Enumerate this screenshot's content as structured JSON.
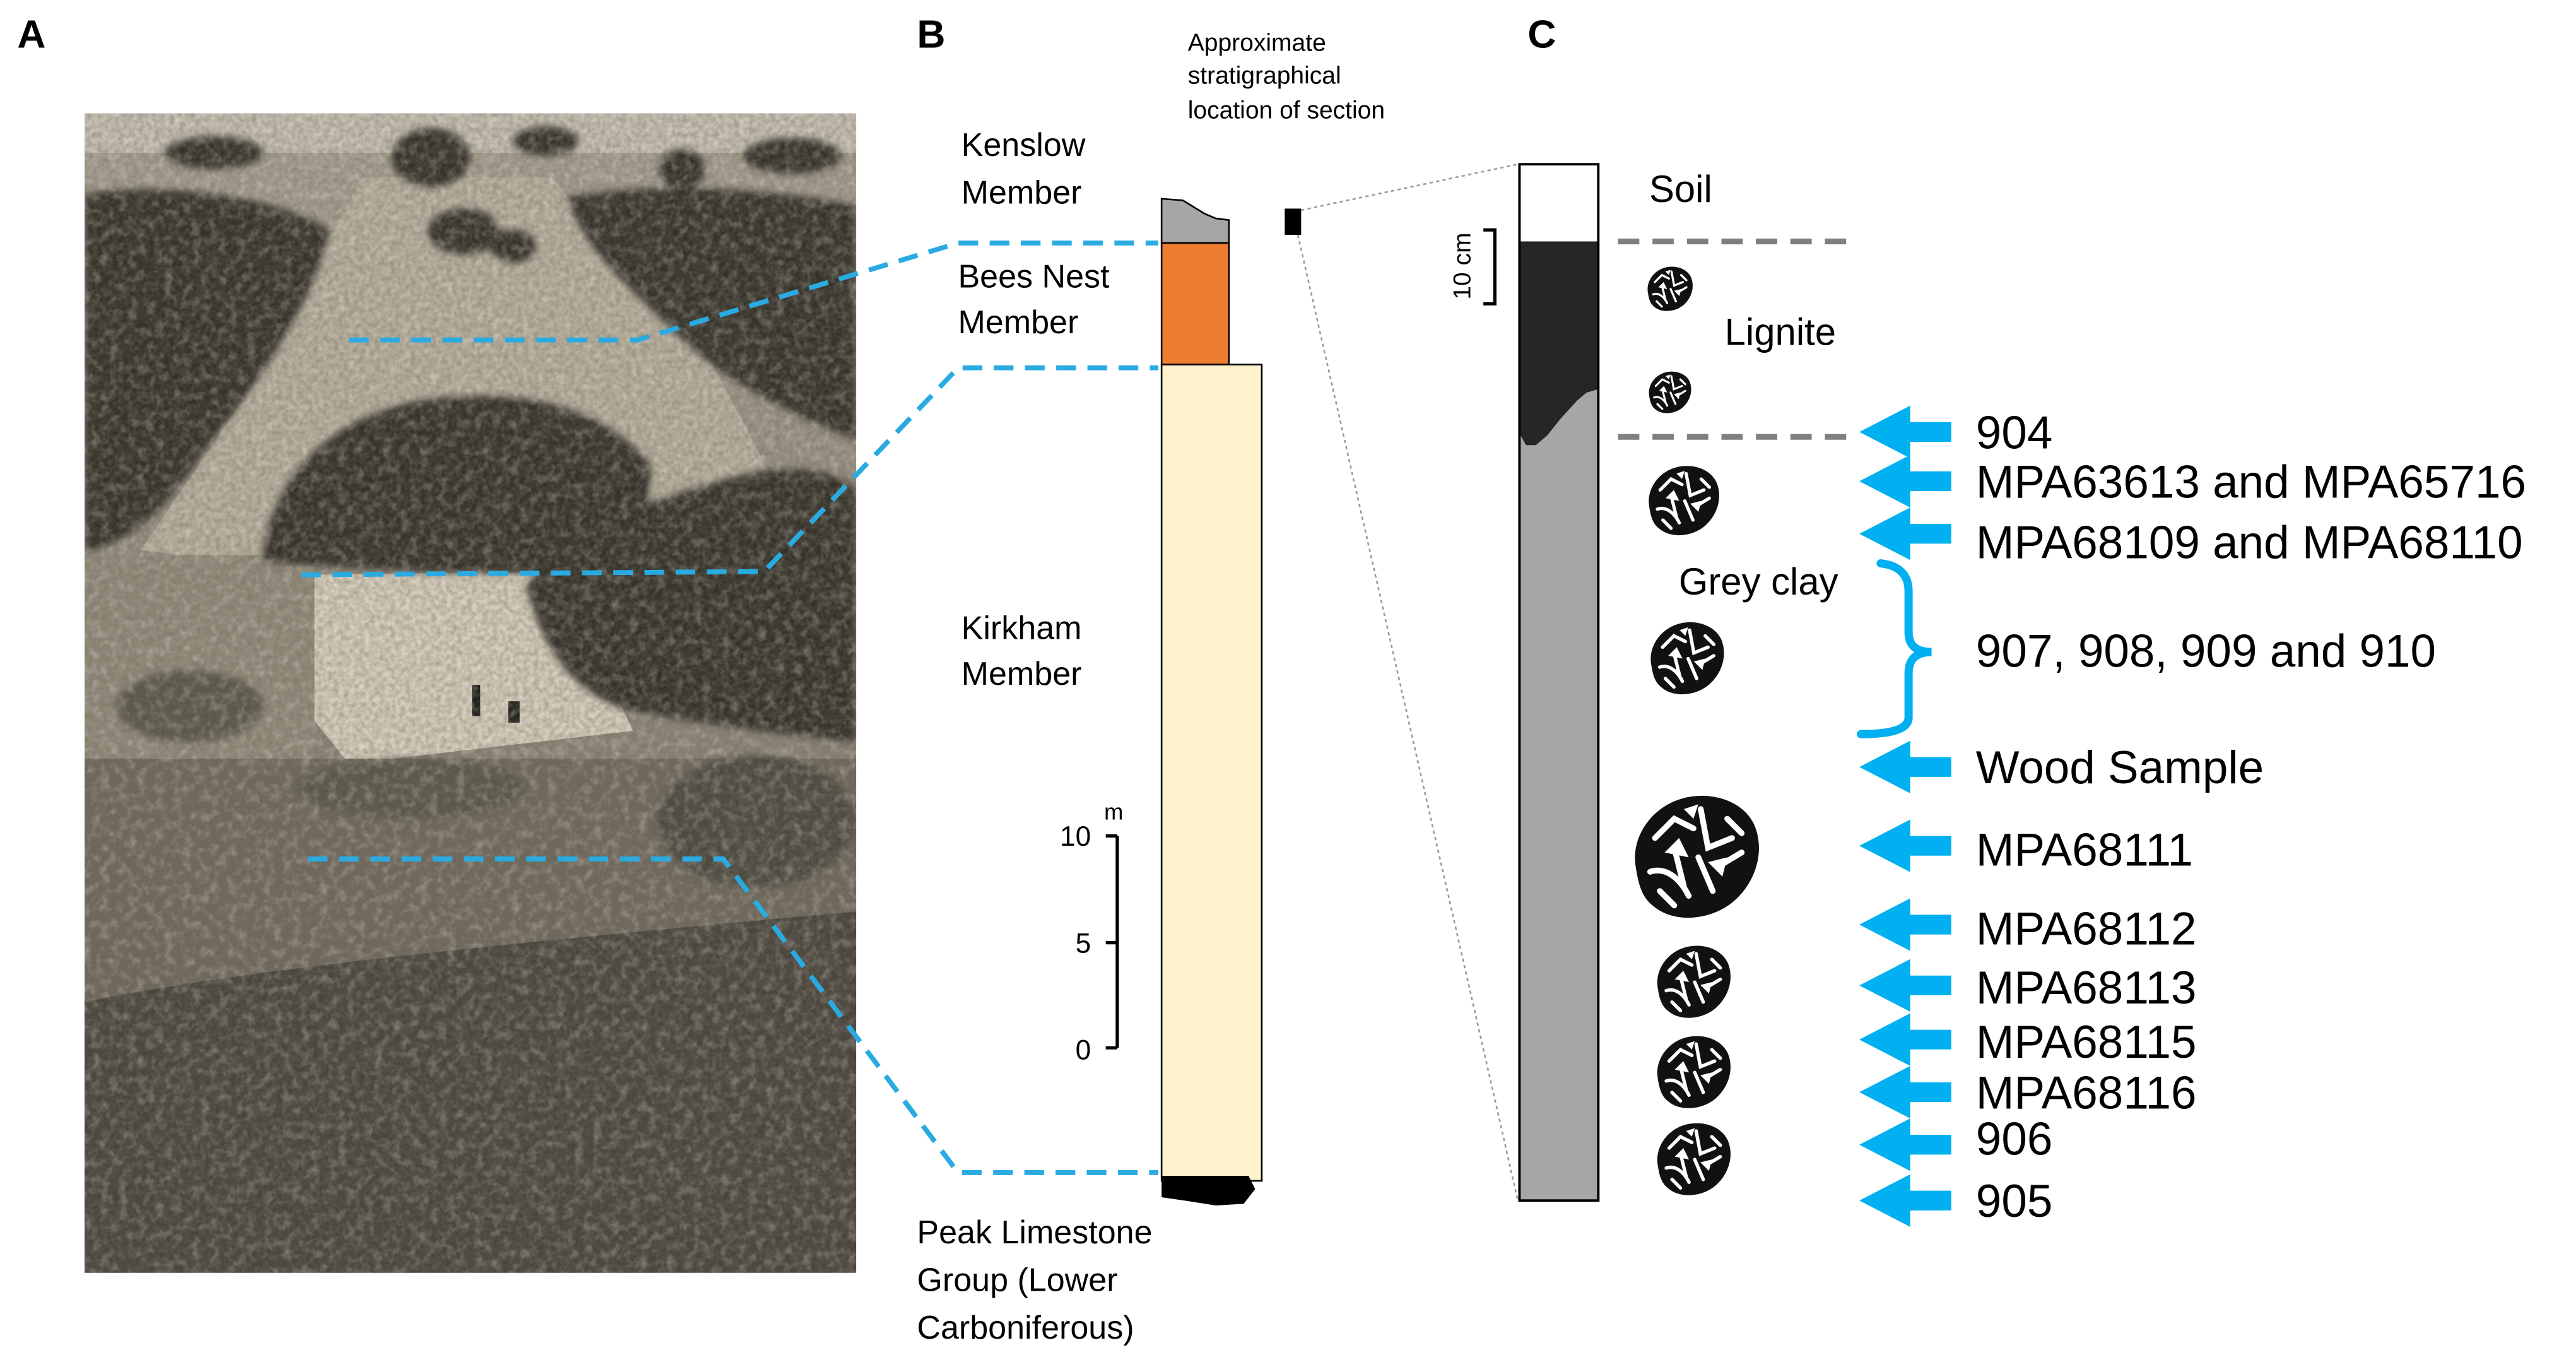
{
  "panel_labels": {
    "a": "A",
    "b": "B",
    "c": "C"
  },
  "panel_b": {
    "kenslow": [
      "Kenslow",
      "Member"
    ],
    "bees_nest": [
      "Bees Nest",
      "Member"
    ],
    "kirkham": [
      "Kirkham",
      "Member"
    ],
    "peak_limestone": [
      "Peak Limestone",
      "Group (Lower",
      "Carboniferous)"
    ],
    "scale_bar": {
      "unit": "m",
      "ticks": [
        "10",
        "5",
        "0"
      ]
    },
    "section_note": [
      "Approximate",
      "stratigraphical",
      "location of section"
    ]
  },
  "panel_c": {
    "layers": {
      "soil": "Soil",
      "lignite": "Lignite",
      "grey_clay": "Grey clay"
    },
    "scale_bar": "10 cm",
    "samples": [
      "904",
      "MPA63613 and MPA65716",
      "MPA68109 and MPA68110",
      "907, 908, 909 and 910",
      "Wood Sample",
      "MPA68111",
      "MPA68112",
      "MPA68113",
      "MPA68115",
      "MPA68116",
      "906",
      "905"
    ]
  },
  "colors": {
    "kenslow": "#a6a6a6",
    "bees_nest": "#ed7d31",
    "kirkham": "#fff2cc",
    "lignite": "#262626",
    "grey_clay": "#a6a6a6",
    "correlation_lines": "#29abe2",
    "arrows": "#00b0f0",
    "horizon_lines": "#7f7f7f"
  },
  "icons": {
    "fossil": "fossil-tooth-icon",
    "arrow": "arrow-left-icon"
  }
}
